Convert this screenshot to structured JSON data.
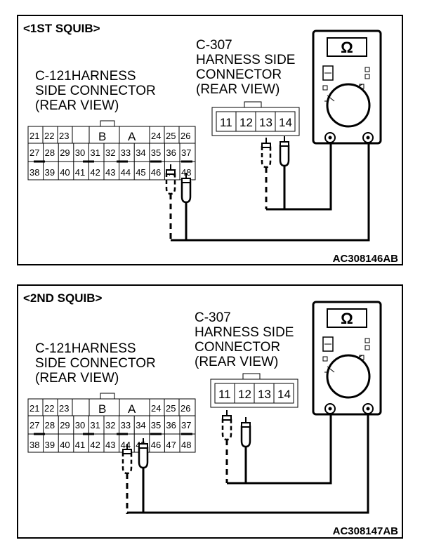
{
  "panels": [
    {
      "title": "<1ST SQUIB>",
      "left_connector": {
        "line1": "C-121HARNESS",
        "line2": "SIDE CONNECTOR",
        "line3": "(REAR VIEW)"
      },
      "right_connector": {
        "line1": "C-307",
        "line2": "HARNESS SIDE",
        "line3": "CONNECTOR",
        "line4": "(REAR VIEW)"
      },
      "meter_symbol": "Ω",
      "code": "AC308146AB"
    },
    {
      "title": "<2ND SQUIB>",
      "left_connector": {
        "line1": "C-121HARNESS",
        "line2": "SIDE CONNECTOR",
        "line3": "(REAR VIEW)"
      },
      "right_connector": {
        "line1": "C-307",
        "line2": "HARNESS SIDE",
        "line3": "CONNECTOR",
        "line4": "(REAR VIEW)"
      },
      "meter_symbol": "Ω",
      "code": "AC308147AB"
    }
  ],
  "c121_pins": {
    "row1": [
      "21",
      "22",
      "23",
      "B",
      "A",
      "24",
      "25",
      "26"
    ],
    "row2": [
      "27",
      "28",
      "29",
      "30",
      "31",
      "32",
      "33",
      "34",
      "35",
      "36",
      "37"
    ],
    "row3": [
      "38",
      "39",
      "40",
      "41",
      "42",
      "43",
      "44",
      "45",
      "46",
      "47",
      "48"
    ]
  },
  "c307_pins": [
    "11",
    "12",
    "13",
    "14"
  ]
}
